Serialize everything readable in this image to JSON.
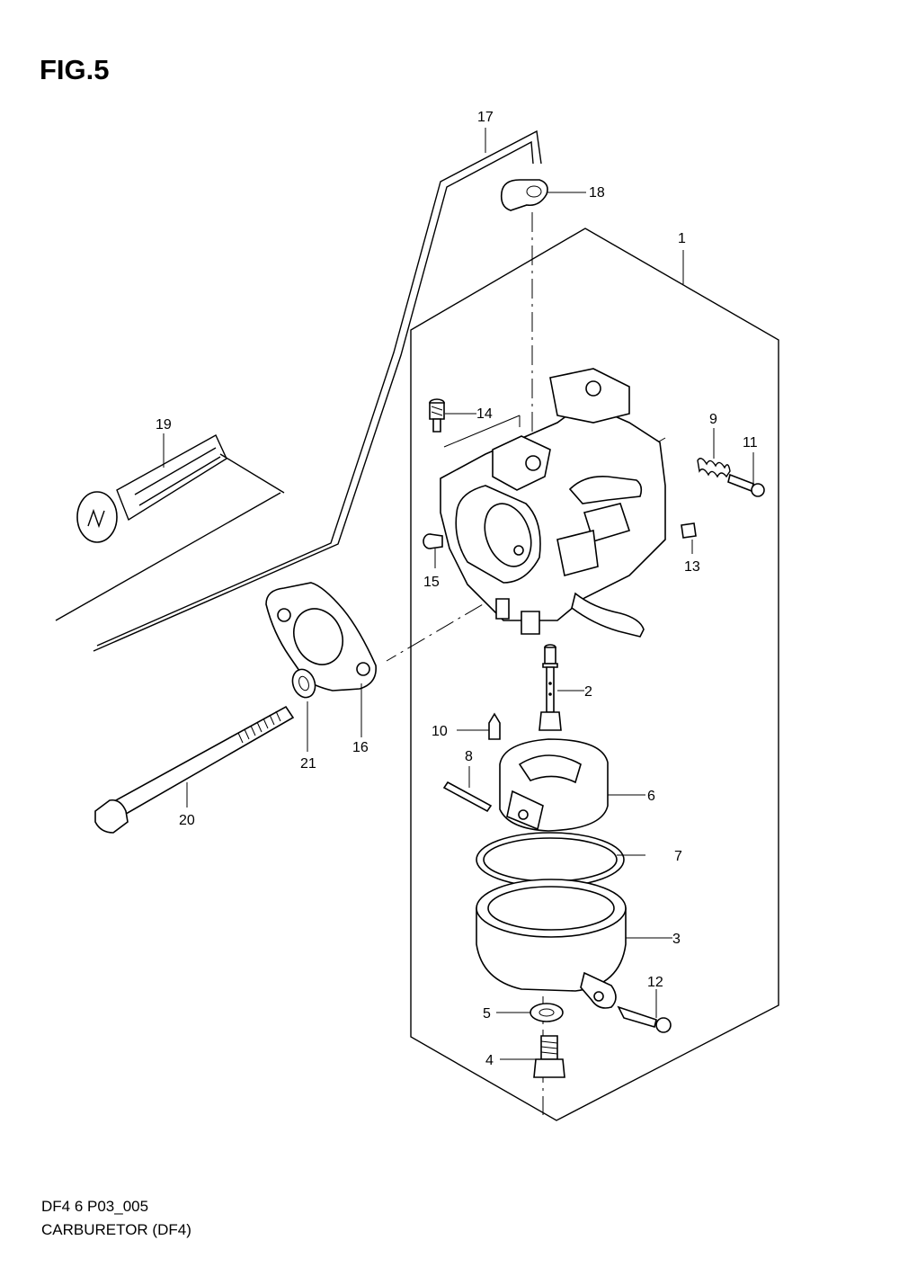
{
  "figure_title": "FIG.5",
  "footer": {
    "code": "DF4 6 P03_005",
    "caption": "CARBURETOR (DF4)"
  },
  "callouts": [
    {
      "id": "c1",
      "label": "1"
    },
    {
      "id": "c2",
      "label": "2"
    },
    {
      "id": "c3",
      "label": "3"
    },
    {
      "id": "c4",
      "label": "4"
    },
    {
      "id": "c5",
      "label": "5"
    },
    {
      "id": "c6",
      "label": "6"
    },
    {
      "id": "c7",
      "label": "7"
    },
    {
      "id": "c8",
      "label": "8"
    },
    {
      "id": "c9",
      "label": "9"
    },
    {
      "id": "c10",
      "label": "10"
    },
    {
      "id": "c11",
      "label": "11"
    },
    {
      "id": "c12",
      "label": "12"
    },
    {
      "id": "c13",
      "label": "13"
    },
    {
      "id": "c14",
      "label": "14"
    },
    {
      "id": "c15",
      "label": "15"
    },
    {
      "id": "c16",
      "label": "16"
    },
    {
      "id": "c17",
      "label": "17"
    },
    {
      "id": "c18",
      "label": "18"
    },
    {
      "id": "c19",
      "label": "19"
    },
    {
      "id": "c20",
      "label": "20"
    },
    {
      "id": "c21",
      "label": "21"
    }
  ]
}
